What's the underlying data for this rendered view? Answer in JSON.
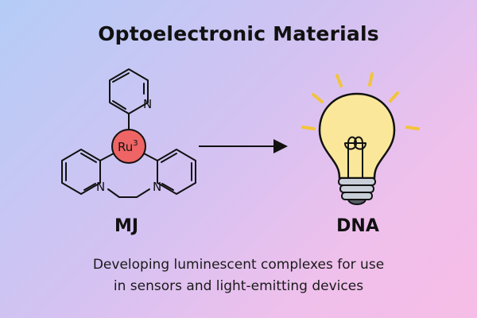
{
  "title": "Optoelectronic Materials",
  "molecule": {
    "metal_label": "Ru",
    "metal_superscript": "3",
    "nitrogen_label": "N",
    "name": "MJ"
  },
  "product": {
    "name": "DNA",
    "icon": "lightbulb-icon"
  },
  "caption": {
    "line1": "Developing luminescent complexes for use",
    "line2": "in sensors and light-emitting devices"
  },
  "colors": {
    "metal_center": "#ef6464",
    "bulb_glass": "#fbe79a",
    "bulb_base": "#c9cfd8",
    "rays": "#f2c43c"
  }
}
